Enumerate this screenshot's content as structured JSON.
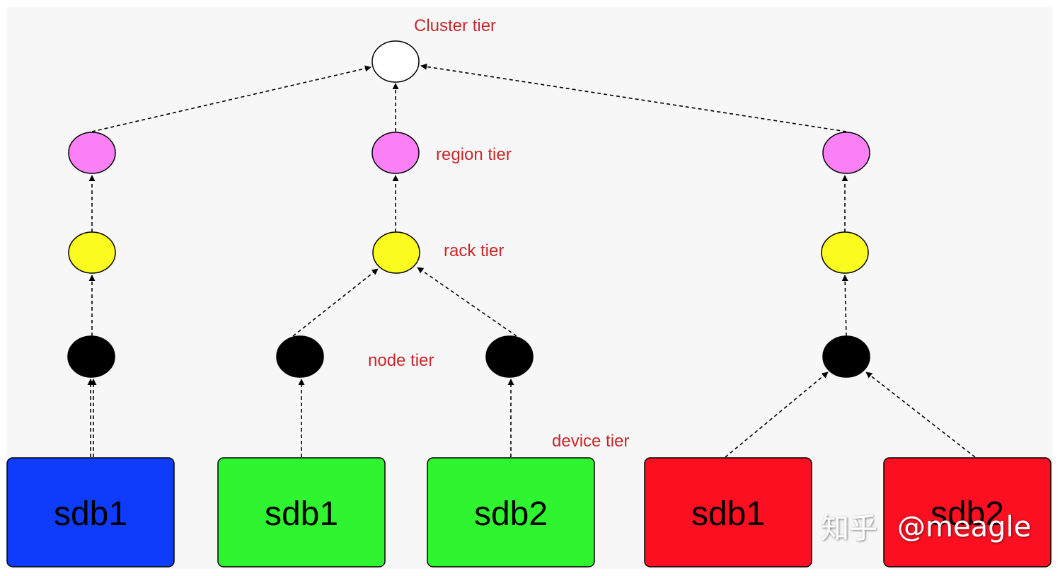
{
  "background": "#f7f7f7",
  "colors": {
    "label_red": "#c8282a",
    "cluster_fill": "#ffffff",
    "region_fill": "#fb80f5",
    "rack_fill": "#fbfb1f",
    "node_fill": "#000000",
    "device_blue": "#0f3cfb",
    "device_green": "#2ef52f",
    "device_red": "#fb0f21"
  },
  "tier_labels": {
    "cluster": "Cluster tier",
    "region": "region tier",
    "rack": "rack tier",
    "node": "node tier",
    "device": "device tier"
  },
  "devices": [
    {
      "label": "sdb1",
      "color": "blue"
    },
    {
      "label": "sdb1",
      "color": "green"
    },
    {
      "label": "sdb2",
      "color": "green"
    },
    {
      "label": "sdb1",
      "color": "red"
    },
    {
      "label": "sdb2",
      "color": "red"
    }
  ],
  "watermark": {
    "icon": "zhihu-logo",
    "logo_text": "知乎",
    "text": "@meagle"
  }
}
